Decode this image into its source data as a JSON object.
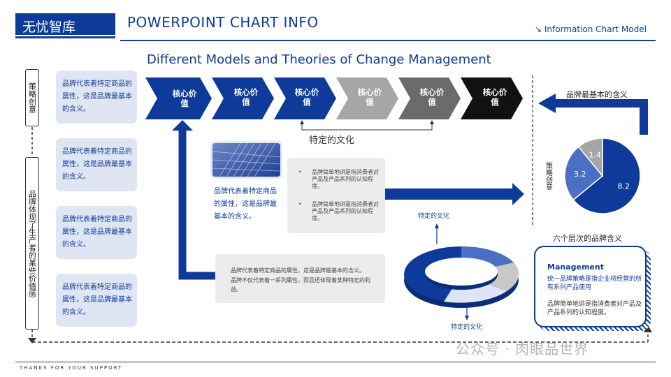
{
  "header": {
    "brand": "无忧智库",
    "title": "POWERPOINT CHART INFO",
    "link_label": "↘ Information Chart Model"
  },
  "main_title": "Different Models and Theories of Change Management",
  "left_labels": {
    "strategy": "策略创意",
    "brand": "品牌体现了生产者的某些价值感"
  },
  "cards": [
    {
      "text": "品牌代表着特定商品的属性，这是品牌最基本的含义。"
    },
    {
      "text": "品牌代表着特定商品的属性，这是品牌最基本的含义。"
    },
    {
      "text": "品牌代表着特定商品的属性，这是品牌最基本的含义。"
    },
    {
      "text": "品牌代表着特定商品的属性，这是品牌最基本的含义。"
    }
  ],
  "chevrons": [
    {
      "label": "核心价值",
      "color": "#0e3b9a"
    },
    {
      "label": "核心价值",
      "color": "#0e3b9a"
    },
    {
      "label": "核心价值",
      "color": "#0e3b9a"
    },
    {
      "label": "核心价值",
      "color": "#a6a6a6"
    },
    {
      "label": "核心价值",
      "color": "#6b6b6b"
    },
    {
      "label": "核心价值",
      "color": "#111111"
    }
  ],
  "bracket_label": "特定的文化",
  "image_caption": "品牌代表着特定商品的属性，这是品牌最基本的含义。",
  "bullets": [
    "品牌简单地讲是指消费者对产品及产品系列的认知程度。",
    "品牌简单地讲是指消费者对产品及产品系列的认知程度。"
  ],
  "bottom_box": {
    "line1": "品牌代表着特定商品的属性，这是品牌最基本的含义。",
    "line2": "品牌不仅代表着一系列属性，而且还体现着某种特定的利益。"
  },
  "ring": {
    "top_label": "特定的文化",
    "bottom_label": "特定的文化"
  },
  "right_panel": {
    "arrow_label": "品牌最基本的含义",
    "side_label": "策略创意",
    "hierarchy_label": "六个层次的品牌含义"
  },
  "pie": {
    "type": "pie",
    "values": [
      8.2,
      3.2,
      1.4
    ],
    "value_labels": [
      "8.2",
      "3.2",
      "1.4"
    ],
    "colors": [
      "#0e3b9a",
      "#4a6fc5",
      "#a6a6a6"
    ]
  },
  "management": {
    "title": "Management",
    "line1": "统一品牌策略是指企业将经营的所有系列产品使用",
    "line2": "品牌简单地讲是指消费者对产品及产品系列的认知程度。"
  },
  "footer": "THANKS FOR YOUR SUPPORT",
  "watermark": "公众号 · 肉眼品世界",
  "colors": {
    "accent": "#0e3b9a",
    "grey": "#a6a6a6",
    "dark": "#111111"
  }
}
